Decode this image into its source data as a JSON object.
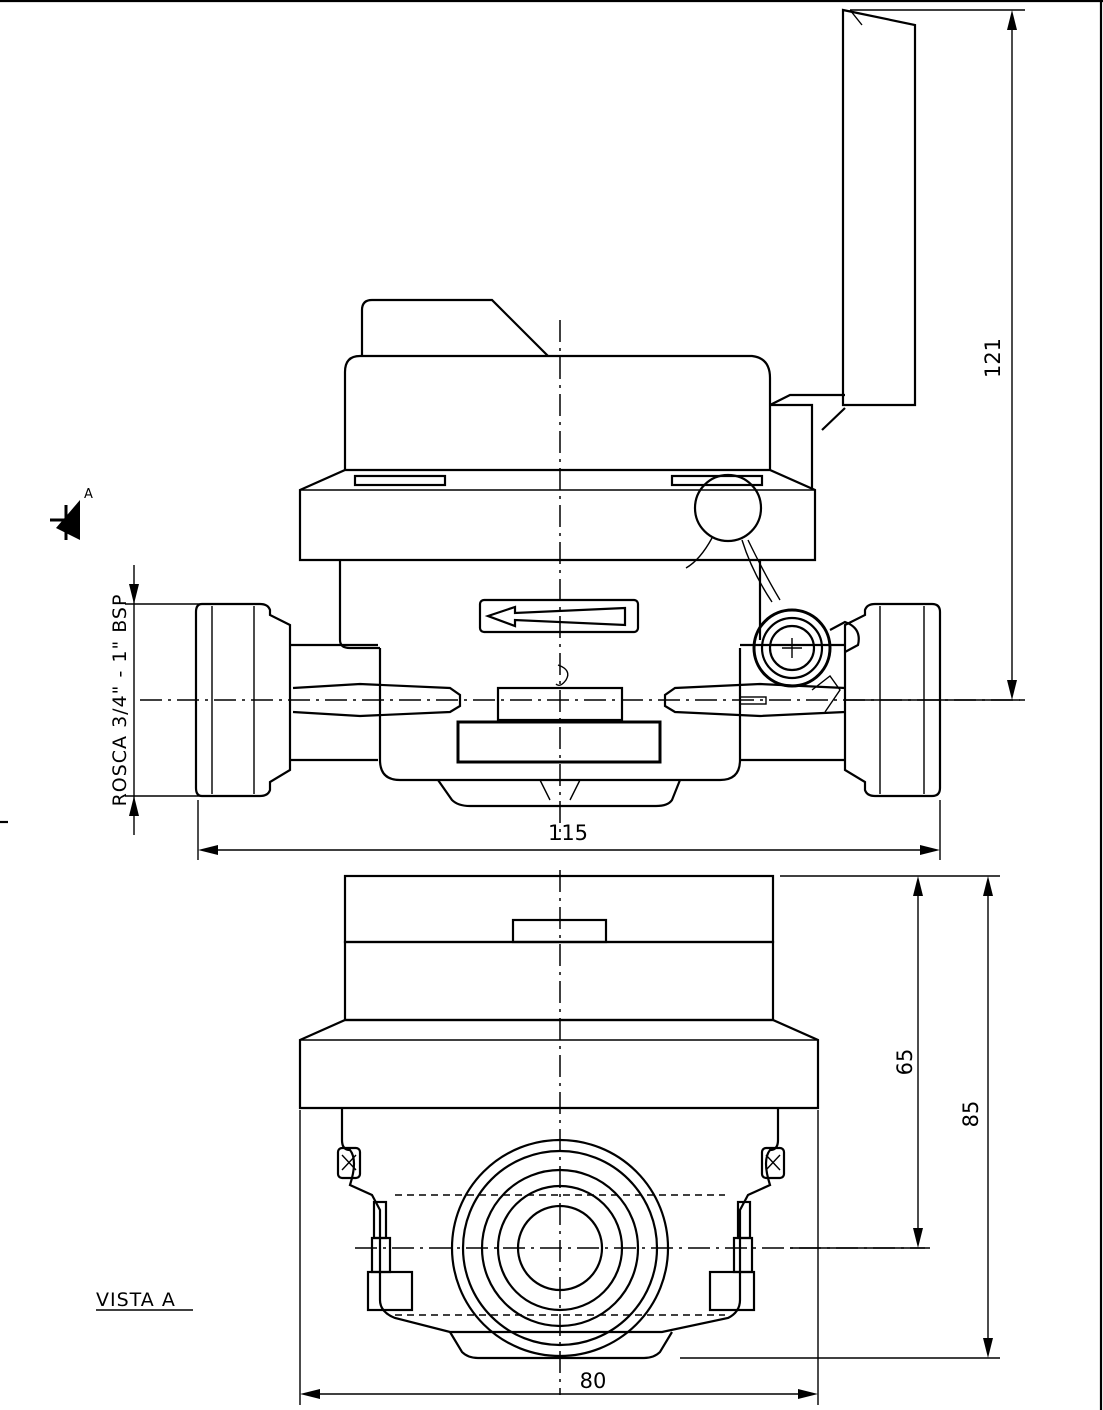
{
  "dimensions": {
    "height_top": "121",
    "width_top": "115",
    "height_inner": "65",
    "height_outer": "85",
    "width_bottom": "80"
  },
  "labels": {
    "thread": "ROSCA 3/4\" - 1\" BSP",
    "view_marker": "A",
    "view_caption": "VISTA A"
  }
}
